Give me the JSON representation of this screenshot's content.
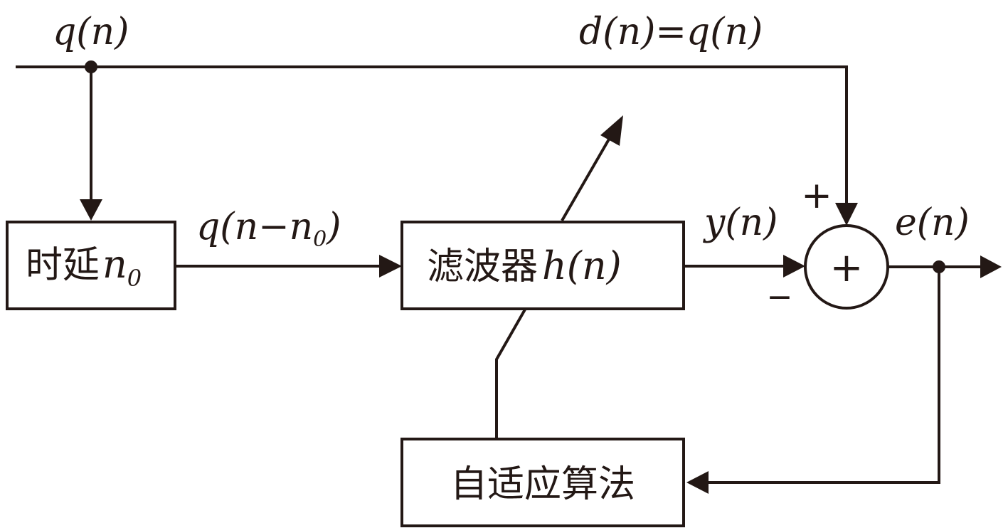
{
  "labels": {
    "input_signal": "q(n)",
    "desired_signal": "d(n)=q(n)",
    "delayed_signal": "q(n−n",
    "delayed_subscript": "0",
    "delayed_close": ")",
    "filter_output": "y(n)",
    "error_signal": "e(n)",
    "plus_sign": "+",
    "minus_sign": "−",
    "summer_symbol": "+"
  },
  "blocks": {
    "delay": {
      "label": "时延",
      "var": "n",
      "subscript": "0"
    },
    "filter": {
      "label": "滤波器",
      "var": "h(n)"
    },
    "adaptive": {
      "label": "自适应算法"
    }
  },
  "colors": {
    "stroke": "#231815",
    "background": "#ffffff"
  }
}
